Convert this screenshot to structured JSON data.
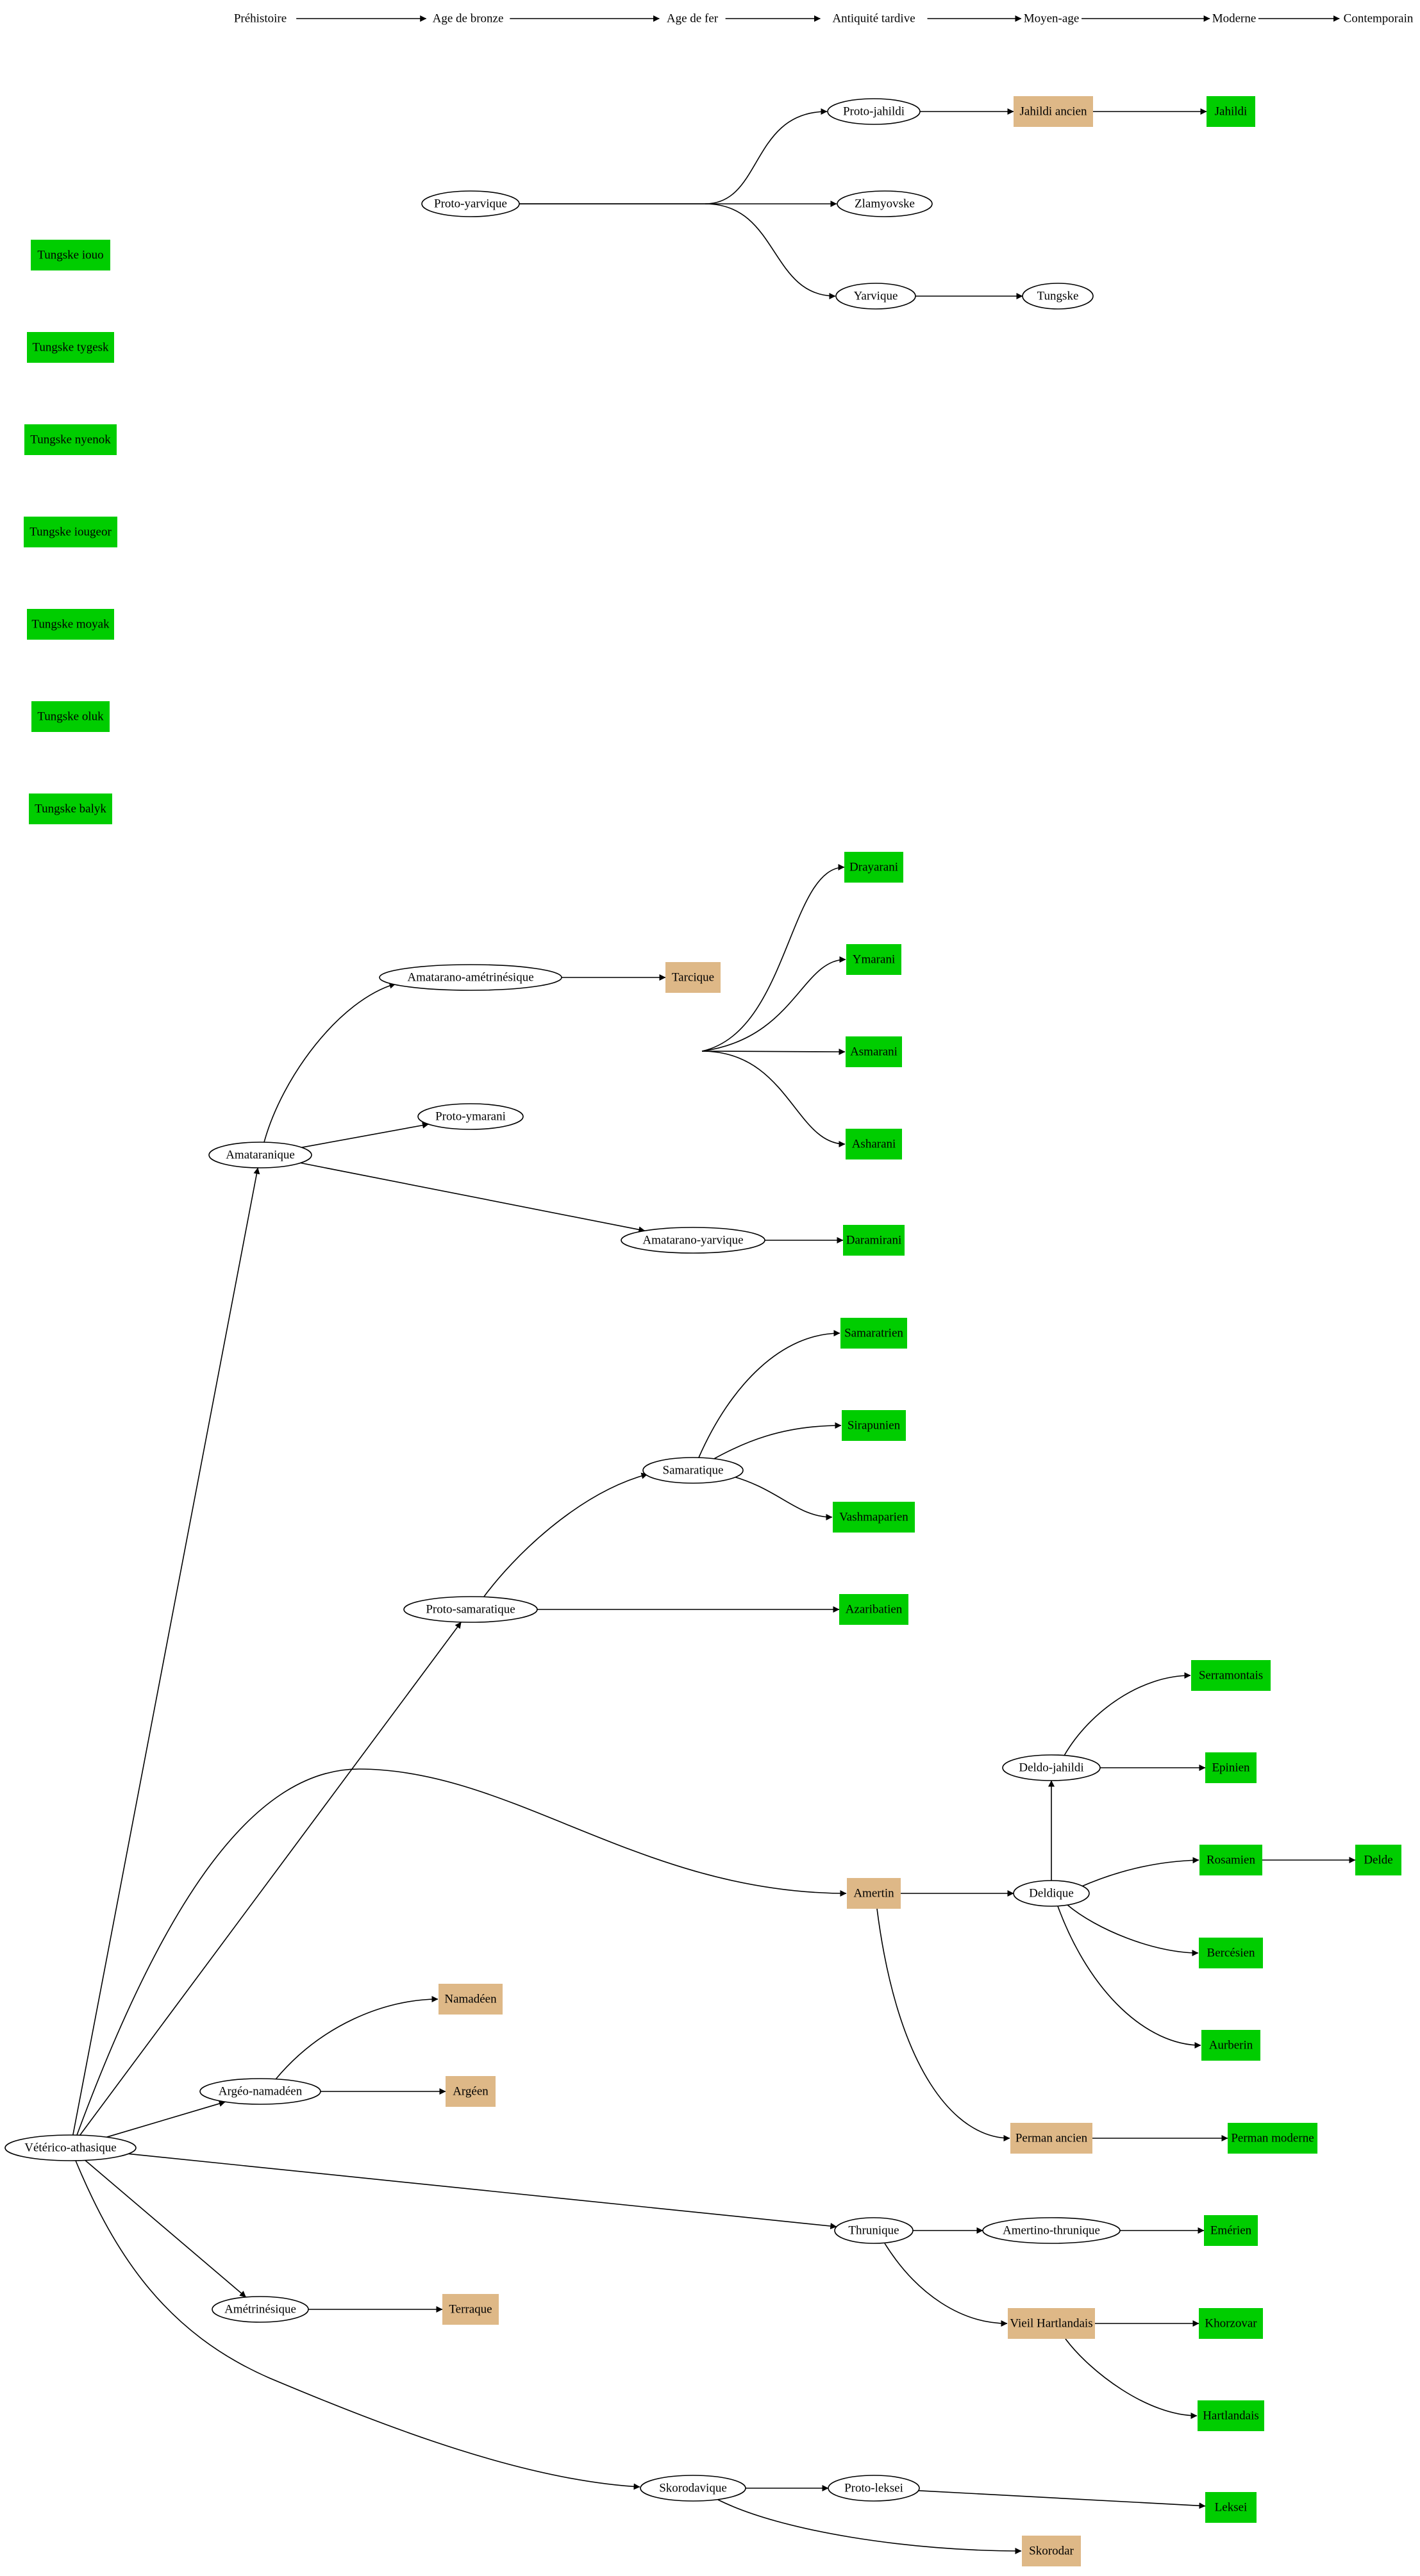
{
  "timeline": [
    "Préhistoire",
    "Age de bronze",
    "Age de fer",
    "Antiquité tardive",
    "Moyen-age",
    "Moderne",
    "Contemporain"
  ],
  "colors": {
    "ellipse": "#ffffff",
    "tan": "#deb887",
    "green": "#00cd00",
    "stroke": "#000000"
  },
  "nodes": [
    {
      "id": "proto_yarvique",
      "label": "Proto-yarvique",
      "shape": "ellipse"
    },
    {
      "id": "proto_jahildi",
      "label": "Proto-jahildi",
      "shape": "ellipse"
    },
    {
      "id": "jahildi_ancien",
      "label": "Jahildi ancien",
      "shape": "tan"
    },
    {
      "id": "jahildi",
      "label": "Jahildi",
      "shape": "green"
    },
    {
      "id": "zlamyovske",
      "label": "Zlamyovske",
      "shape": "ellipse"
    },
    {
      "id": "yarvique",
      "label": "Yarvique",
      "shape": "ellipse"
    },
    {
      "id": "tungske",
      "label": "Tungske",
      "shape": "ellipse"
    },
    {
      "id": "tungske_iouo",
      "label": "Tungske iouo",
      "shape": "green"
    },
    {
      "id": "tungske_tygesk",
      "label": "Tungske tygesk",
      "shape": "green"
    },
    {
      "id": "tungske_nyenok",
      "label": "Tungske nyenok",
      "shape": "green"
    },
    {
      "id": "tungske_iougeor",
      "label": "Tungske iougeor",
      "shape": "green"
    },
    {
      "id": "tungske_moyak",
      "label": "Tungske moyak",
      "shape": "green"
    },
    {
      "id": "tungske_oluk",
      "label": "Tungske oluk",
      "shape": "green"
    },
    {
      "id": "tungske_balyk",
      "label": "Tungske balyk",
      "shape": "green"
    },
    {
      "id": "amatarano_ametr",
      "label": "Amatarano-amétrinésique",
      "shape": "ellipse"
    },
    {
      "id": "tarcique",
      "label": "Tarcique",
      "shape": "tan"
    },
    {
      "id": "drayarani",
      "label": "Drayarani",
      "shape": "green"
    },
    {
      "id": "ymarani",
      "label": "Ymarani",
      "shape": "green"
    },
    {
      "id": "asmarani",
      "label": "Asmarani",
      "shape": "green"
    },
    {
      "id": "asharani",
      "label": "Asharani",
      "shape": "green"
    },
    {
      "id": "proto_ymarani",
      "label": "Proto-ymarani",
      "shape": "ellipse"
    },
    {
      "id": "amataranique",
      "label": "Amataranique",
      "shape": "ellipse"
    },
    {
      "id": "amatarano_yarvique",
      "label": "Amatarano-yarvique",
      "shape": "ellipse"
    },
    {
      "id": "daramirani",
      "label": "Daramirani",
      "shape": "green"
    },
    {
      "id": "samaratrien",
      "label": "Samaratrien",
      "shape": "green"
    },
    {
      "id": "sirapunien",
      "label": "Sirapunien",
      "shape": "green"
    },
    {
      "id": "vashmaparien",
      "label": "Vashmaparien",
      "shape": "green"
    },
    {
      "id": "samaratique",
      "label": "Samaratique",
      "shape": "ellipse"
    },
    {
      "id": "proto_samaratique",
      "label": "Proto-samaratique",
      "shape": "ellipse"
    },
    {
      "id": "azaribatien",
      "label": "Azaribatien",
      "shape": "green"
    },
    {
      "id": "serramontais",
      "label": "Serramontais",
      "shape": "green"
    },
    {
      "id": "deldo_jahildi",
      "label": "Deldo-jahildi",
      "shape": "ellipse"
    },
    {
      "id": "epinien",
      "label": "Epinien",
      "shape": "green"
    },
    {
      "id": "amertin",
      "label": "Amertin",
      "shape": "tan"
    },
    {
      "id": "deldique",
      "label": "Deldique",
      "shape": "ellipse"
    },
    {
      "id": "rosamien",
      "label": "Rosamien",
      "shape": "green"
    },
    {
      "id": "delde",
      "label": "Delde",
      "shape": "green"
    },
    {
      "id": "bercesien",
      "label": "Bercésien",
      "shape": "green"
    },
    {
      "id": "aurberin",
      "label": "Aurberin",
      "shape": "green"
    },
    {
      "id": "namadeen",
      "label": "Namadéen",
      "shape": "tan"
    },
    {
      "id": "argeo_namadeen",
      "label": "Argéo-namadéen",
      "shape": "ellipse"
    },
    {
      "id": "argeen",
      "label": "Argéen",
      "shape": "tan"
    },
    {
      "id": "perman_ancien",
      "label": "Perman ancien",
      "shape": "tan"
    },
    {
      "id": "perman_moderne",
      "label": "Perman moderne",
      "shape": "green"
    },
    {
      "id": "veterico_athasique",
      "label": "Vétérico-athasique",
      "shape": "ellipse"
    },
    {
      "id": "thrunique",
      "label": "Thrunique",
      "shape": "ellipse"
    },
    {
      "id": "amertino_thrunique",
      "label": "Amertino-thrunique",
      "shape": "ellipse"
    },
    {
      "id": "emerien",
      "label": "Emérien",
      "shape": "green"
    },
    {
      "id": "ametrinesique",
      "label": "Amétrinésique",
      "shape": "ellipse"
    },
    {
      "id": "terraque",
      "label": "Terraque",
      "shape": "tan"
    },
    {
      "id": "vieil_hartlandais",
      "label": "Vieil Hartlandais",
      "shape": "tan"
    },
    {
      "id": "khorzovar",
      "label": "Khorzovar",
      "shape": "green"
    },
    {
      "id": "hartlandais",
      "label": "Hartlandais",
      "shape": "green"
    },
    {
      "id": "skorodavique",
      "label": "Skorodavique",
      "shape": "ellipse"
    },
    {
      "id": "proto_leksei",
      "label": "Proto-leksei",
      "shape": "ellipse"
    },
    {
      "id": "leksei",
      "label": "Leksei",
      "shape": "green"
    },
    {
      "id": "skorodar",
      "label": "Skorodar",
      "shape": "tan"
    }
  ],
  "edges": [
    [
      "proto_yarvique",
      "proto_jahildi"
    ],
    [
      "proto_yarvique",
      "zlamyovske"
    ],
    [
      "proto_yarvique",
      "yarvique"
    ],
    [
      "proto_jahildi",
      "jahildi_ancien"
    ],
    [
      "jahildi_ancien",
      "jahildi"
    ],
    [
      "yarvique",
      "tungske"
    ],
    [
      "amataranique",
      "amatarano_ametr"
    ],
    [
      "amataranique",
      "proto_ymarani"
    ],
    [
      "amataranique",
      "amatarano_yarvique"
    ],
    [
      "amatarano_ametr",
      "tarcique"
    ],
    [
      "proto_ymarani",
      "drayarani"
    ],
    [
      "proto_ymarani",
      "ymarani"
    ],
    [
      "proto_ymarani",
      "asmarani"
    ],
    [
      "proto_ymarani",
      "asharani"
    ],
    [
      "amatarano_yarvique",
      "daramirani"
    ],
    [
      "samaratique",
      "samaratrien"
    ],
    [
      "samaratique",
      "sirapunien"
    ],
    [
      "samaratique",
      "vashmaparien"
    ],
    [
      "proto_samaratique",
      "samaratique"
    ],
    [
      "proto_samaratique",
      "azaribatien"
    ],
    [
      "deldo_jahildi",
      "serramontais"
    ],
    [
      "deldo_jahildi",
      "epinien"
    ],
    [
      "deldique",
      "deldo_jahildi"
    ],
    [
      "amertin",
      "deldique"
    ],
    [
      "amertin",
      "perman_ancien"
    ],
    [
      "deldique",
      "rosamien"
    ],
    [
      "deldique",
      "bercesien"
    ],
    [
      "deldique",
      "aurberin"
    ],
    [
      "rosamien",
      "delde"
    ],
    [
      "argeo_namadeen",
      "namadeen"
    ],
    [
      "argeo_namadeen",
      "argeen"
    ],
    [
      "perman_ancien",
      "perman_moderne"
    ],
    [
      "veterico_athasique",
      "amataranique"
    ],
    [
      "veterico_athasique",
      "proto_samaratique"
    ],
    [
      "veterico_athasique",
      "amertin"
    ],
    [
      "veterico_athasique",
      "argeo_namadeen"
    ],
    [
      "veterico_athasique",
      "thrunique"
    ],
    [
      "veterico_athasique",
      "ametrinesique"
    ],
    [
      "veterico_athasique",
      "skorodavique"
    ],
    [
      "thrunique",
      "amertino_thrunique"
    ],
    [
      "thrunique",
      "vieil_hartlandais"
    ],
    [
      "amertino_thrunique",
      "emerien"
    ],
    [
      "ametrinesique",
      "terraque"
    ],
    [
      "vieil_hartlandais",
      "khorzovar"
    ],
    [
      "vieil_hartlandais",
      "hartlandais"
    ],
    [
      "skorodavique",
      "proto_leksei"
    ],
    [
      "skorodavique",
      "skorodar"
    ],
    [
      "proto_leksei",
      "leksei"
    ]
  ]
}
